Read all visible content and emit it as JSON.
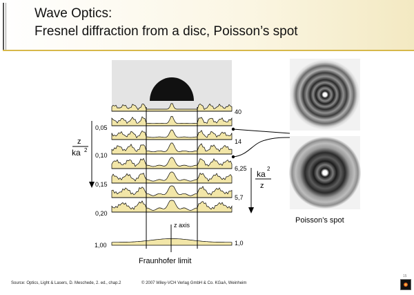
{
  "header": {
    "title_line1": "Wave Optics:",
    "title_line2": "Fresnel diffraction from a disc, Poisson’s spot"
  },
  "diagram": {
    "z_left_labels": [
      "0,05",
      "0,10",
      "0,15",
      "0,20"
    ],
    "z_left_bottom": "1,00",
    "z_over_ka2": {
      "numerator": "z",
      "denominator": "ka",
      "exponent": "2"
    },
    "ka2_over_z": {
      "numerator": "ka",
      "exponent": "2",
      "denominator": "z"
    },
    "right_labels": [
      "40",
      "14",
      "6,25",
      "5,7"
    ],
    "right_bottom": "1,0",
    "z_axis_label": "z axis",
    "fraunhofer_label": "Fraunhofer limit",
    "poisson_label": "Poisson’s spot"
  },
  "footer": {
    "source": "Source: Optics, Light & Lasers, D. Meschede, 2. ed., chap.2",
    "copyright": "© 2007 Wiley-VCH Verlag GmbH & Co. KGaA, Weinheim"
  },
  "colors": {
    "profile_fill": "#f2e6a8",
    "disc": "#111111",
    "accent_line": "#d7b84a"
  }
}
